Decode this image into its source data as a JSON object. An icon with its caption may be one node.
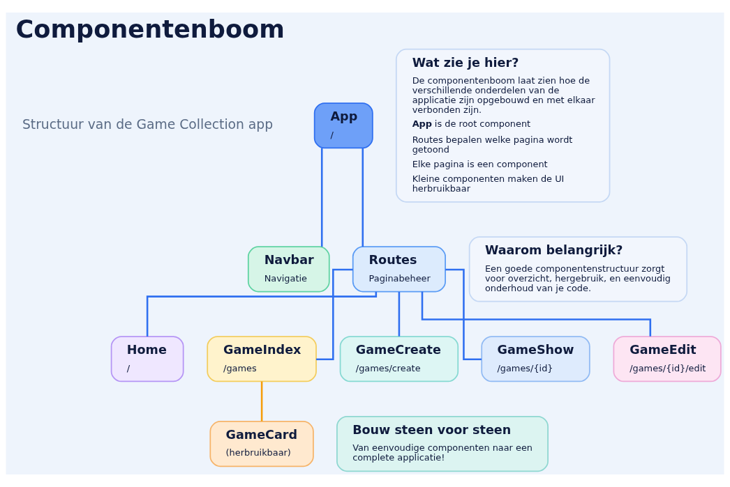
{
  "diagram": {
    "title": "Componentenboom",
    "nodes": [
      {
        "text": [
          "App",
          "/"
        ]
      },
      {
        "text": [
          "Navbar",
          "Navigatie"
        ]
      },
      {
        "text": [
          "Routes",
          "Paginabeheer"
        ]
      },
      {
        "text": [
          "Home",
          "/"
        ]
      },
      {
        "text": [
          "GameIndex",
          "/games"
        ]
      },
      {
        "text": [
          "GameCreate",
          "/games/create"
        ]
      },
      {
        "text": [
          "GameShow",
          "/games/{id}"
        ]
      },
      {
        "text": [
          "GameEdit",
          "/games/{id}/edit"
        ]
      },
      {
        "text": [
          "GameCard",
          "(herbruikbaar)"
        ]
      },
      {
        "text": [
          "Wat zie je hier?",
          "De componentenboom laat zien hoe de verschillende onderdelen van de applicatie zijn opgebouwd en met elkaar verbonden zijn.",
          "**App** is de root component",
          "Routes bepalen welke pagina wordt getoond",
          "Elke pagina is een component",
          "Kleine componenten maken de UI herbruikbaar"
        ]
      },
      {
        "text": [
          "Waarom belangrijk?",
          "Een goede componentenstructuur zorgt voor overzicht, hergebruik, en eenvoudig onderhoud van je code."
        ]
      },
      {
        "text": [
          "Bouw steen voor steen",
          "Van eenvoudige componenten naar een complete applicatie!"
        ]
      }
    ],
    "edges": [
      {
        "from": 0,
        "to": 1,
        "arrow": "none"
      },
      {
        "from": 0,
        "to": 2,
        "arrow": "none"
      },
      {
        "from": 2,
        "to": 3,
        "arrow": "none"
      },
      {
        "from": 2,
        "to": 4,
        "arrow": "none"
      },
      {
        "from": 2,
        "to": 5,
        "arrow": "none"
      },
      {
        "from": 2,
        "to": 6,
        "arrow": "none"
      },
      {
        "from": 2,
        "to": 7,
        "arrow": "none"
      },
      {
        "from": 4,
        "to": 8,
        "arrow": "none",
        "color": "#f59e0b"
      }
    ],
    "labels": [
      "Structuur van de Game Collection app"
    ]
  }
}
